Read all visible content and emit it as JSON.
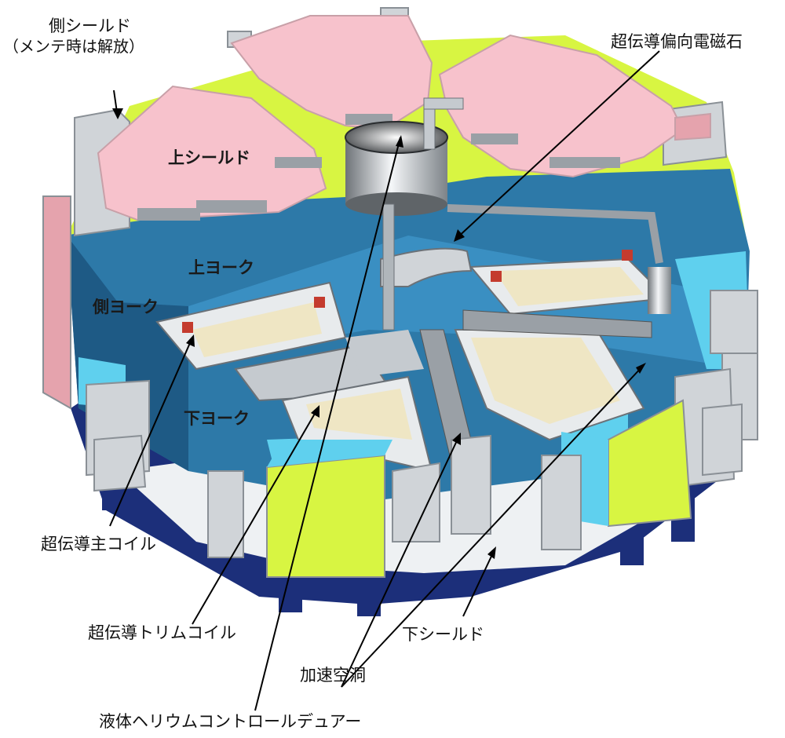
{
  "labels": {
    "side_shield": "側シールド",
    "side_shield_note": "（メンテ時は解放）",
    "sc_deflector": "超伝導偏向電磁石",
    "upper_shield": "上シールド",
    "upper_yoke": "上ヨーク",
    "side_yoke": "側ヨーク",
    "lower_yoke": "下ヨーク",
    "sc_main_coil": "超伝導主コイル",
    "sc_trim_coil": "超伝導トリムコイル",
    "lower_shield": "下シールド",
    "rf_cavity": "加速空洞",
    "lhe_dewar": "液体ヘリウムコントロールデュアー"
  },
  "colors": {
    "pink": "#f7c2cc",
    "lime": "#d8f542",
    "blue": "#2d79a8",
    "blue_dark": "#1e5a85",
    "cyan": "#5fd0ee",
    "grey": "#d0d4d8",
    "grey_dark": "#8a9096",
    "navy": "#1c2f7a",
    "coil": "#efe6c4"
  }
}
